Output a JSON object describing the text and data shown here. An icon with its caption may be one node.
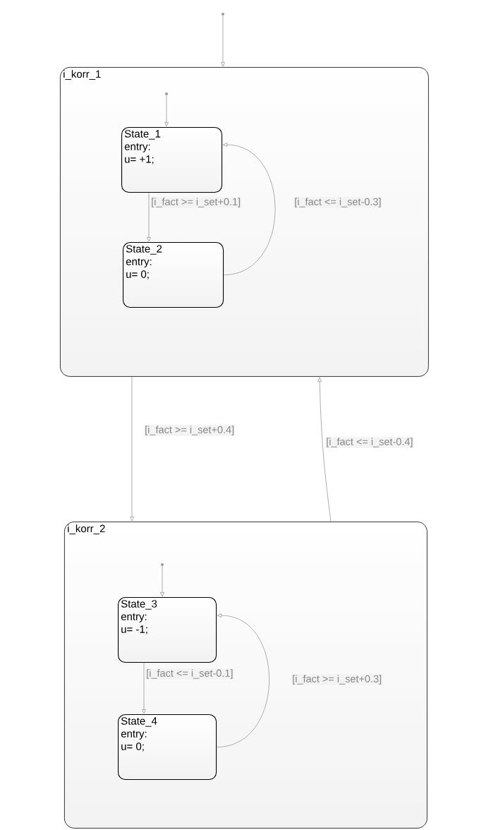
{
  "diagram": {
    "nodes": [
      {
        "text": [],
        "shape": "circle"
      },
      {
        "text": [
          "i_korr_1"
        ]
      },
      {
        "text": [],
        "shape": "circle",
        "in": 1
      },
      {
        "text": [
          "State_1",
          "entry:",
          "u= +1;"
        ],
        "in": 1
      },
      {
        "text": [
          "State_2",
          "entry:",
          "u= 0;"
        ],
        "in": 1
      },
      {
        "text": [
          "i_korr_2"
        ]
      },
      {
        "text": [],
        "shape": "circle",
        "in": 5
      },
      {
        "text": [
          "State_3",
          "entry:",
          "u= -1;"
        ],
        "in": 5
      },
      {
        "text": [
          "State_4",
          "entry:",
          "u= 0;"
        ],
        "in": 5
      }
    ],
    "edges": [
      {
        "from": 0,
        "to": 1,
        "arrow": "to"
      },
      {
        "from": 2,
        "to": 3,
        "arrow": "to"
      },
      {
        "from": 3,
        "to": 4,
        "arrow": "to",
        "label": "[i_fact >= i_set+0.1]"
      },
      {
        "from": 4,
        "to": 3,
        "arrow": "to",
        "label": "[i_fact <= i_set-0.3]"
      },
      {
        "from": 1,
        "to": 5,
        "arrow": "to",
        "label": "[i_fact >= i_set+0.4]"
      },
      {
        "from": 5,
        "to": 1,
        "arrow": "to",
        "label": "[i_fact <= i_set-0.4]"
      },
      {
        "from": 6,
        "to": 7,
        "arrow": "to"
      },
      {
        "from": 7,
        "to": 8,
        "arrow": "to",
        "label": "[i_fact <= i_set-0.1]"
      },
      {
        "from": 8,
        "to": 7,
        "arrow": "to",
        "label": "[i_fact >= i_set+0.3]"
      }
    ]
  }
}
